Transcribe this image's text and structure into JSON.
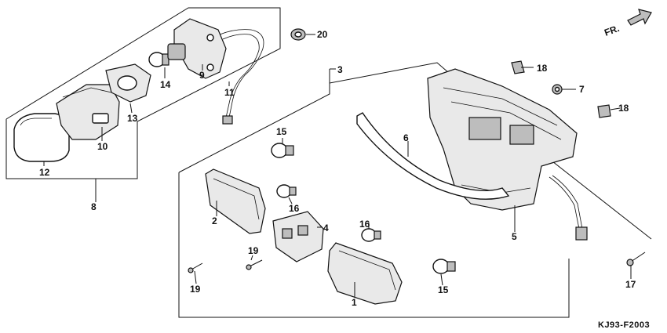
{
  "diagram_code": "KJ93-F2003",
  "direction_label": "FR.",
  "callouts": {
    "p1": "1",
    "p2": "2",
    "p3": "3",
    "p4": "4",
    "p5": "5",
    "p6": "6",
    "p7": "7",
    "p8": "8",
    "p9": "9",
    "p10": "10",
    "p11": "11",
    "p12": "12",
    "p13": "13",
    "p14": "14",
    "p15a": "15",
    "p15b": "15",
    "p16a": "16",
    "p16b": "16",
    "p17": "17",
    "p18a": "18",
    "p18b": "18",
    "p19a": "19",
    "p19b": "19",
    "p20": "20"
  },
  "icons": {
    "direction": "forward-arrow-icon"
  }
}
